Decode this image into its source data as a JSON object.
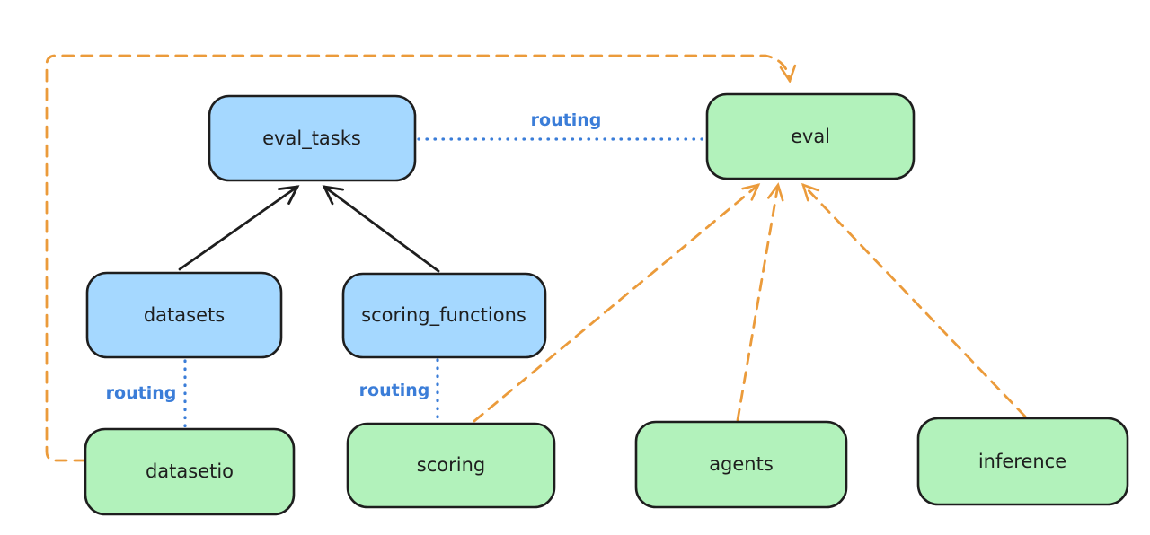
{
  "diagram": {
    "type": "architecture-graph",
    "colors": {
      "blue_fill": "#a5d8ff",
      "green_fill": "#b2f2bb",
      "stroke": "#1e1e1e",
      "routing_blue": "#3b7dd8",
      "orange": "#eb9b3b",
      "background": "#ffffff"
    },
    "nodes": {
      "eval_tasks": {
        "label": "eval_tasks",
        "color": "#a5d8ff"
      },
      "eval": {
        "label": "eval",
        "color": "#b2f2bb"
      },
      "datasets": {
        "label": "datasets",
        "color": "#a5d8ff"
      },
      "scoring_functions": {
        "label": "scoring_functions",
        "color": "#a5d8ff"
      },
      "datasetio": {
        "label": "datasetio",
        "color": "#b2f2bb"
      },
      "scoring": {
        "label": "scoring",
        "color": "#b2f2bb"
      },
      "agents": {
        "label": "agents",
        "color": "#b2f2bb"
      },
      "inference": {
        "label": "inference",
        "color": "#b2f2bb"
      }
    },
    "edge_labels": {
      "eval_tasks_eval": "routing",
      "datasets_datasetio": "routing",
      "scoring_functions_scoring": "routing"
    },
    "edges": [
      {
        "from": "datasets",
        "to": "eval_tasks",
        "style": "solid",
        "color": "#1e1e1e",
        "arrow": "to"
      },
      {
        "from": "scoring_functions",
        "to": "eval_tasks",
        "style": "solid",
        "color": "#1e1e1e",
        "arrow": "to"
      },
      {
        "from": "eval_tasks",
        "to": "eval",
        "style": "dotted",
        "color": "#3b7dd8",
        "label": "routing",
        "arrow": "none"
      },
      {
        "from": "datasets",
        "to": "datasetio",
        "style": "dotted",
        "color": "#3b7dd8",
        "label": "routing",
        "arrow": "none"
      },
      {
        "from": "scoring_functions",
        "to": "scoring",
        "style": "dotted",
        "color": "#3b7dd8",
        "label": "routing",
        "arrow": "none"
      },
      {
        "from": "scoring",
        "to": "eval",
        "style": "dashed",
        "color": "#eb9b3b",
        "arrow": "to"
      },
      {
        "from": "agents",
        "to": "eval",
        "style": "dashed",
        "color": "#eb9b3b",
        "arrow": "to"
      },
      {
        "from": "inference",
        "to": "eval",
        "style": "dashed",
        "color": "#eb9b3b",
        "arrow": "to"
      },
      {
        "from": "datasetio",
        "to": "eval",
        "style": "dashed",
        "color": "#eb9b3b",
        "arrow": "to",
        "route": "left-side-then-across-top"
      }
    ]
  }
}
